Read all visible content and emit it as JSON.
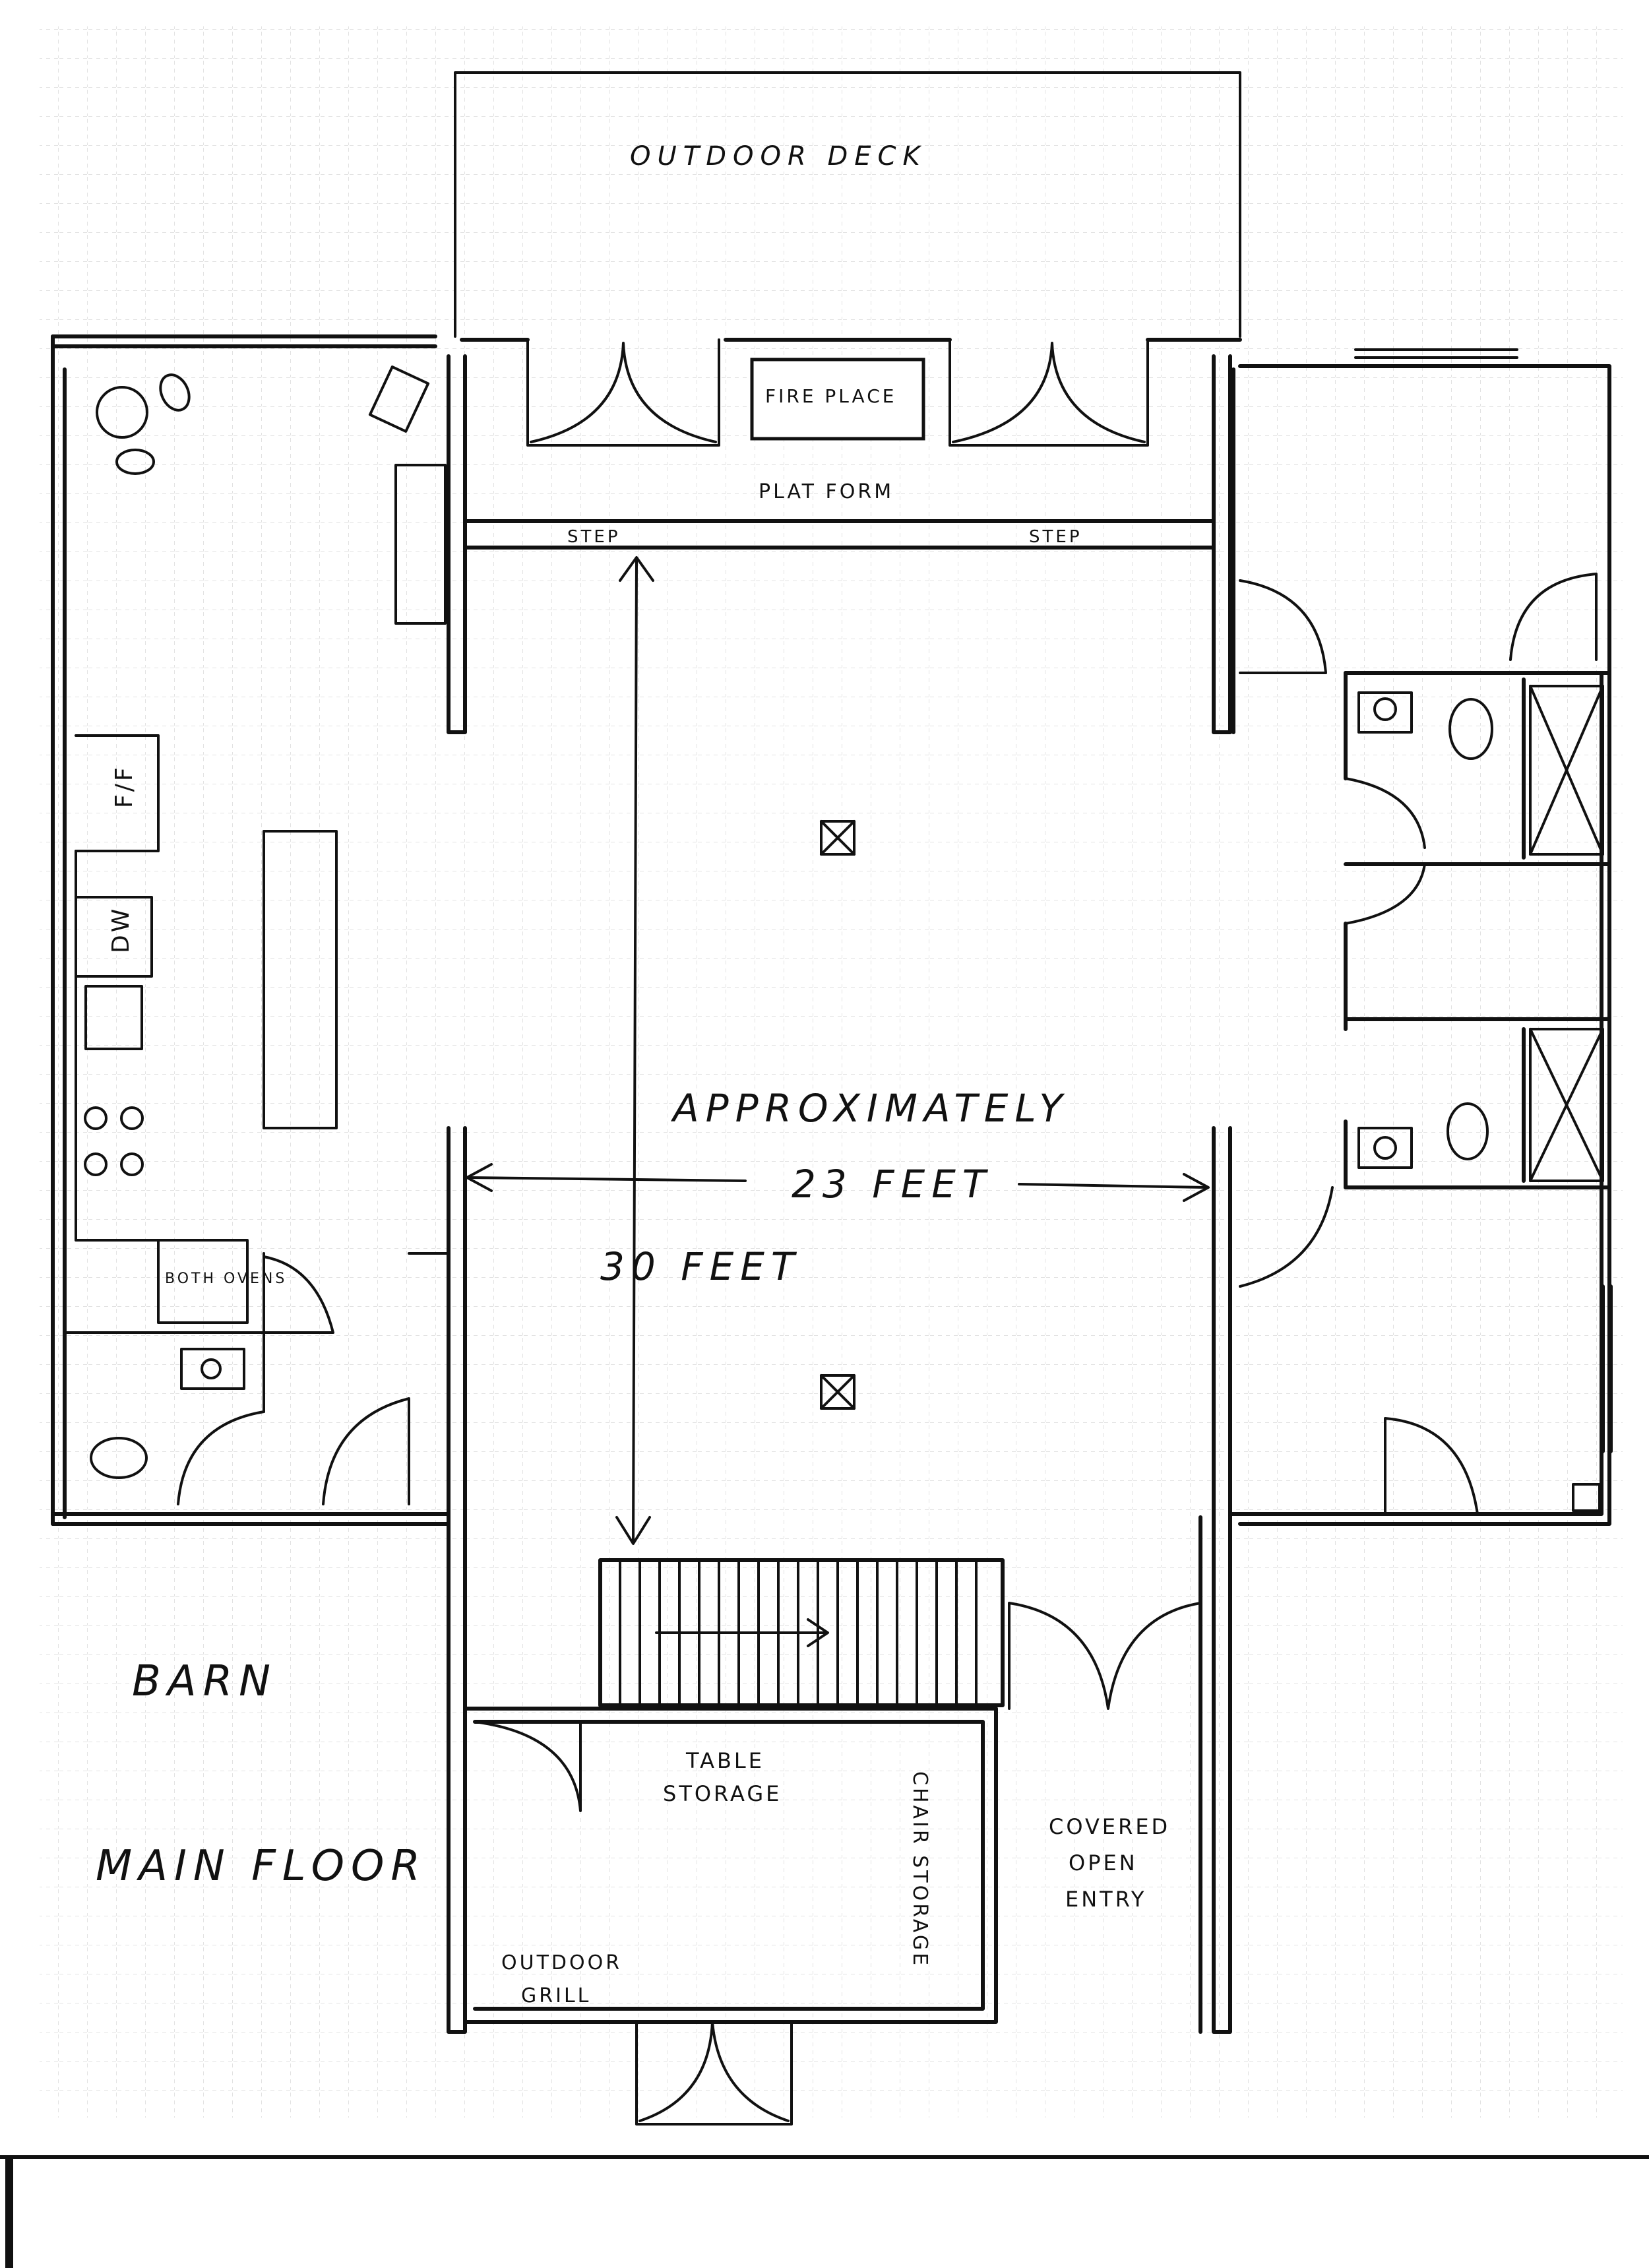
{
  "labels": {
    "outdoor_deck": "OUTDOOR DECK",
    "fire_place": "FIRE PLACE",
    "platform": "PLAT FORM",
    "step_left": "STEP",
    "step_right": "STEP",
    "approximately": "APPROXIMATELY",
    "width_23": "23 FEET",
    "length_30": "30 FEET",
    "ff": "F/F",
    "dw": "DW",
    "both_ovens": "BOTH OVENS",
    "table_storage_1": "TABLE",
    "table_storage_2": "STORAGE",
    "chair_storage": "CHAIR STORAGE",
    "covered_1": "COVERED",
    "covered_2": "OPEN",
    "covered_3": "ENTRY",
    "outdoor_grill_1": "OUTDOOR",
    "outdoor_grill_2": "GRILL",
    "title_1": "BARN",
    "title_2": "MAIN FLOOR"
  },
  "colors": {
    "ink": "#111111",
    "grid": "#d6d6d6",
    "paper": "#ffffff"
  }
}
